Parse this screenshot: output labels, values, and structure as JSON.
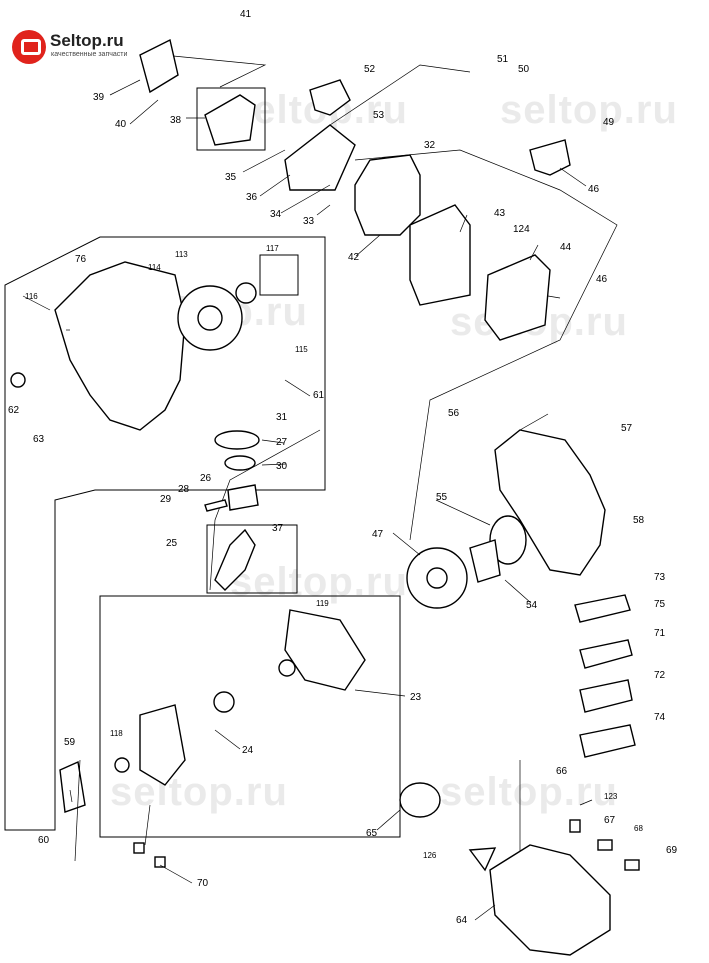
{
  "logo": {
    "name": "Seltop.ru",
    "subtitle": "качественные запчасти"
  },
  "watermark": "seltop.ru",
  "labels": {
    "p41": "41",
    "p39": "39",
    "p40": "40",
    "p38": "38",
    "p52": "52",
    "p51": "51",
    "p50": "50",
    "p53": "53",
    "p49": "49",
    "p35": "35",
    "p36": "36",
    "p32": "32",
    "p34": "34",
    "p33": "33",
    "p46a": "46",
    "p43": "43",
    "p124": "124",
    "p42": "42",
    "p44": "44",
    "p76": "76",
    "p113": "113",
    "p117": "117",
    "p114": "114",
    "p116": "116",
    "p46b": "46",
    "p115": "115",
    "p62": "62",
    "p61": "61",
    "p63": "63",
    "p31": "31",
    "p27": "27",
    "p56": "56",
    "p57": "57",
    "p26": "26",
    "p30": "30",
    "p28": "28",
    "p29": "29",
    "p58": "58",
    "p37": "37",
    "p25": "25",
    "p47": "47",
    "p55": "55",
    "p54": "54",
    "p73": "73",
    "p75": "75",
    "p119": "119",
    "p71": "71",
    "p72": "72",
    "p23": "23",
    "p74": "74",
    "p118": "118",
    "p59": "59",
    "p24": "24",
    "p66": "66",
    "p123": "123",
    "p60": "60",
    "p67": "67",
    "p65": "65",
    "p68": "68",
    "p69": "69",
    "p126": "126",
    "p70": "70",
    "p64": "64"
  }
}
